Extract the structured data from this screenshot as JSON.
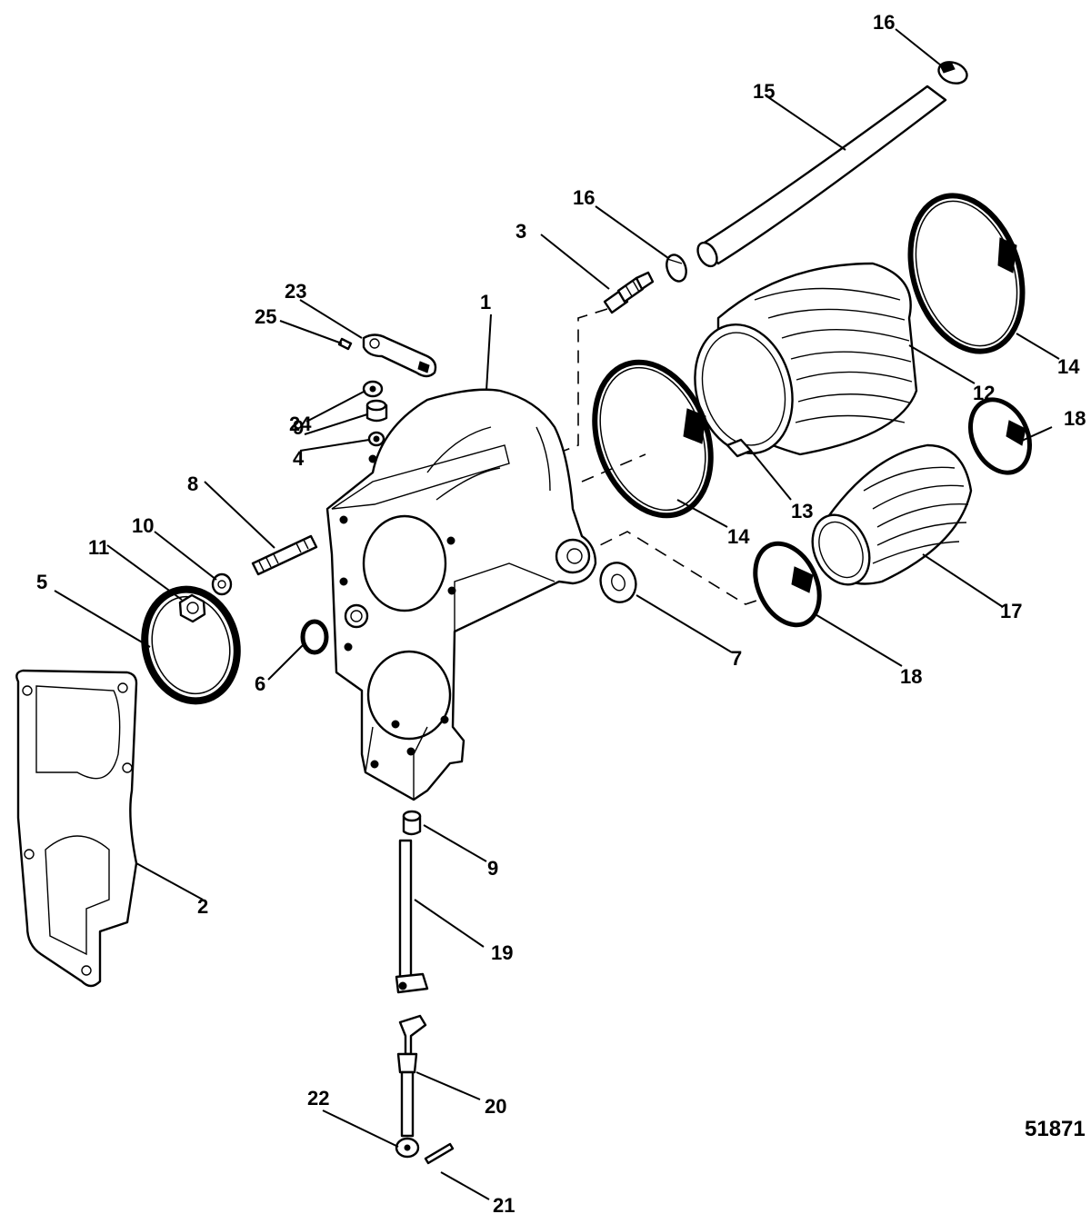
{
  "figure_number": "51871",
  "callouts": {
    "c1": "1",
    "c2": "2",
    "c3": "3",
    "c4": "4",
    "c5": "5",
    "c6": "6",
    "c7": "7",
    "c8": "8",
    "c9a": "9",
    "c9b": "9",
    "c10": "10",
    "c11": "11",
    "c12": "12",
    "c13": "13",
    "c14a": "14",
    "c14b": "14",
    "c15": "15",
    "c16a": "16",
    "c16b": "16",
    "c17": "17",
    "c18a": "18",
    "c18b": "18",
    "c19": "19",
    "c20": "20",
    "c21": "21",
    "c22": "22",
    "c23": "23",
    "c24": "24",
    "c25": "25"
  }
}
